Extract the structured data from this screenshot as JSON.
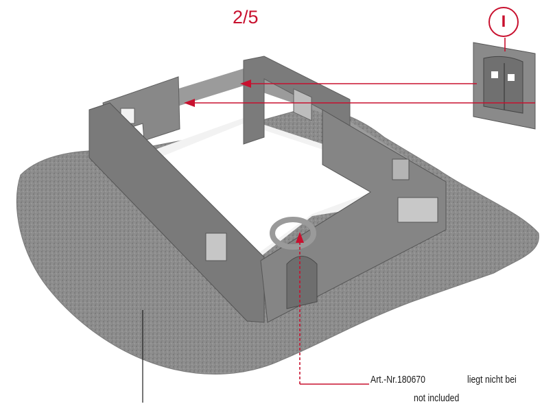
{
  "step": {
    "label": "2/5"
  },
  "part": {
    "label": "I"
  },
  "notes": {
    "article_number": "Art.-Nr.180670",
    "not_included": "liegt nicht bei",
    "not_included_cut": "not included"
  },
  "colors": {
    "arrow": "#c8102e",
    "terrain": "#8a8a8a",
    "wall": "#7d7d7d",
    "text": "#1a1a1a"
  }
}
